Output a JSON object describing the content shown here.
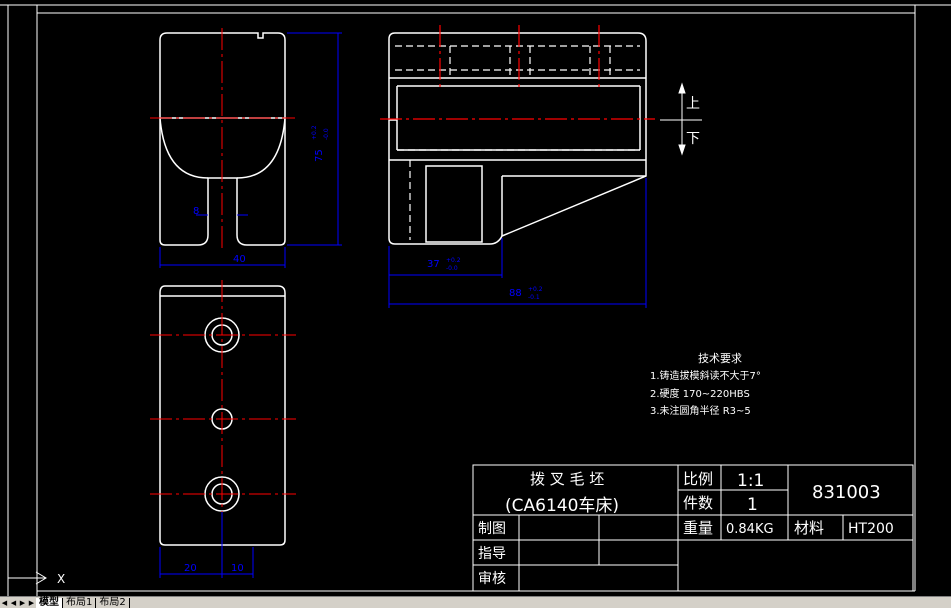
{
  "colors": {
    "background": "#000000",
    "geometry": "#ffffff",
    "dimension": "#0000ff",
    "centerline": "#ff0000",
    "ucs": "#ffffff"
  },
  "dimensions": {
    "width_40": "40",
    "height_75": "75",
    "height_75_tol_upper": "+0.2",
    "height_75_tol_lower": "-0.0",
    "slot_8": "8",
    "len_37": "37",
    "len_37_tol_upper": "+0.2",
    "len_37_tol_lower": "-0.0",
    "len_88": "88",
    "len_88_tol_upper": "+0.2",
    "len_88_tol_lower": "-0.1",
    "bot_20": "20",
    "bot_10": "10"
  },
  "direction": {
    "up": "上",
    "down": "下"
  },
  "tech_requirements": {
    "heading": "技术要求",
    "items": [
      "1.铸造拔模斜读不大于7°",
      "2.硬度 170~220HBS",
      "3.未注圆角半径 R3~5"
    ]
  },
  "title_block": {
    "part_name": "拨 叉 毛 坯",
    "machine": "(CA6140车床)",
    "scale_label": "比例",
    "scale_value": "1:1",
    "qty_label": "件数",
    "qty_value": "1",
    "weight_label": "重量",
    "weight_value": "0.84KG",
    "material_label": "材料",
    "material_value": "HT200",
    "drawing_number": "831003",
    "drawn_label": "制图",
    "guide_label": "指导",
    "review_label": "审核"
  },
  "ucs_label": "X",
  "tabs": [
    {
      "label": "模型",
      "active": true
    },
    {
      "label": "布局1",
      "active": false
    },
    {
      "label": "布局2",
      "active": false
    }
  ]
}
